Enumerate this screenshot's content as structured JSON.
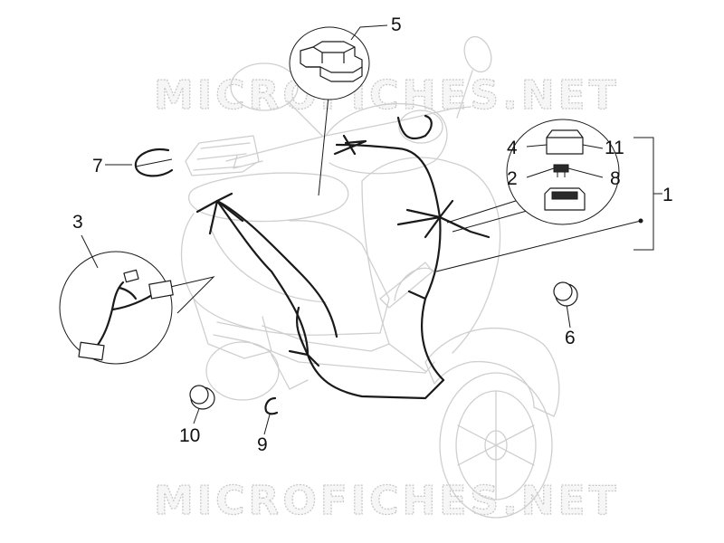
{
  "watermark": {
    "top_text": "MICROFICHES.NET",
    "bottom_text": "MICROFICHES.NET"
  },
  "callouts": {
    "c1": "1",
    "c2": "2",
    "c3": "3",
    "c4": "4",
    "c5": "5",
    "c6": "6",
    "c7": "7",
    "c8": "8",
    "c9": "9",
    "c10": "10",
    "c11": "11"
  },
  "colors": {
    "background": "#ffffff",
    "line_art": "#1a1a1a",
    "scooter_outline": "#cfcfcf",
    "watermark_stroke": "#c9c9c9"
  }
}
